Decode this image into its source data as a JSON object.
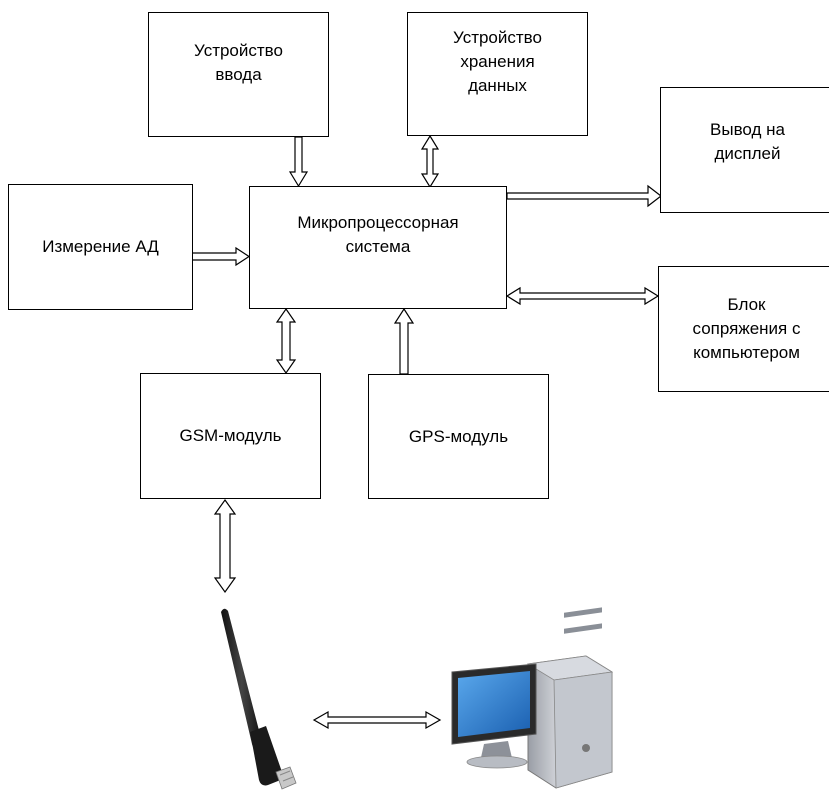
{
  "blocks": {
    "input_device": "Устройство\nввода",
    "storage_device": "Устройство\nхранения\nданных",
    "display_output": "Вывод на\nдисплей",
    "bp_measurement": "Измерение АД",
    "microprocessor": "Микропроцессорная\nсистема",
    "pc_interface": "Блок\nсопряжения с\nкомпьютером",
    "gsm_module": "GSM-модуль",
    "gps_module": "GPS-модуль"
  },
  "icons": {
    "antenna": "usb-wifi-antenna-icon",
    "computer": "desktop-computer-icon"
  },
  "colors": {
    "stroke": "#000000",
    "arrow_fill": "#ffffff",
    "monitor_screen": "#1e6fc4"
  }
}
